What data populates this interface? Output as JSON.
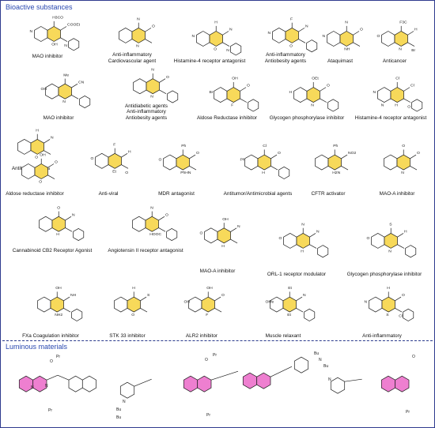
{
  "section_titles": {
    "bioactive": "Bioactive substances",
    "luminous": "Luminous materials"
  },
  "colors": {
    "frame": "#2f3b8f",
    "section_title": "#2a49b0",
    "quinoxalinone_fill": "#f7d95a",
    "luminous_fill": "#ee7fd0",
    "bond": "#1a1a1a"
  },
  "compounds": [
    {
      "caption": "MAO inhibitor",
      "labels": [
        "H3CO",
        "COOEt",
        "OH",
        "N",
        "N"
      ]
    },
    {
      "caption": "Anti-inflammatory\nCardiovascular agent",
      "labels": [
        "N",
        "O",
        "N"
      ]
    },
    {
      "caption": "Histamine-4 receptor antagonist",
      "labels": [
        "H",
        "N",
        "O",
        "N",
        "N"
      ]
    },
    {
      "caption": "Anti-inflammatory\nAntiobesity agents",
      "labels": [
        "F",
        "N",
        "O",
        "N"
      ]
    },
    {
      "caption": "Ataquimast",
      "labels": [
        "N",
        "O",
        "NH",
        "N"
      ]
    },
    {
      "caption": "Anticancer",
      "labels": [
        "F3C",
        "H",
        "N",
        "O",
        "Br"
      ]
    },
    {
      "caption": "MAO inhibitor",
      "labels": [
        "Me",
        "CN",
        "N",
        "OH"
      ]
    },
    {
      "caption": "Antidiabetic agents\nAnti-inflammatory\nAntiobesity agents",
      "labels": [
        "N",
        "O",
        "N"
      ]
    },
    {
      "caption": "Aldose Reductase inhibitor",
      "labels": [
        "OH",
        "O",
        "F",
        "Br"
      ]
    },
    {
      "caption": "Glycogen phosphorylase inhibitor",
      "labels": [
        "OEt",
        "O",
        "N",
        "H"
      ]
    },
    {
      "caption": "Histamine-4 receptor antagonist",
      "labels": [
        "Cl",
        "Cl",
        "H",
        "N",
        "O",
        "N"
      ]
    },
    {
      "caption": "Antitumor agents",
      "labels": [
        "H",
        "N",
        "O"
      ]
    },
    {
      "caption": "Aldose reductase inhibitor",
      "labels": [
        "OH",
        "O",
        "O"
      ]
    },
    {
      "caption": "Anti-viral",
      "labels": [
        "F",
        "H",
        "Et",
        "O",
        "O"
      ]
    },
    {
      "caption": "MDR antagonist",
      "labels": [
        "Ph",
        "O",
        "PhHN",
        "O"
      ]
    },
    {
      "caption": "Antitumor/Antimicrobial agents",
      "labels": [
        "Cl",
        "O",
        "H",
        "Ph"
      ]
    },
    {
      "caption": "CFTR activator",
      "labels": [
        "Ph",
        "NO2",
        "H2N"
      ]
    },
    {
      "caption": "MAO-A inhibitor",
      "labels": [
        "O",
        "O",
        "N"
      ]
    },
    {
      "caption": "Cannabinoid CB2 Receptor Agonist",
      "labels": [
        "O",
        "N",
        "H"
      ]
    },
    {
      "caption": "Angiotensin II receptor antagonist",
      "labels": [
        "N",
        "O",
        "HOOC"
      ]
    },
    {
      "caption": "MAO-A inhibitor",
      "labels": [
        "OH",
        "N",
        "H",
        "O"
      ]
    },
    {
      "caption": "ORL-1 receptor modulator",
      "labels": [
        "N",
        "N",
        "H",
        "O"
      ]
    },
    {
      "caption": "Glycogen phosphorylase inhibitor",
      "labels": [
        "S",
        "H",
        "N",
        "O"
      ]
    },
    {
      "caption": "FXa Coagulation inhibitor",
      "labels": [
        "OH",
        "NH",
        "NH2"
      ]
    },
    {
      "caption": "STK 33 inhibitor",
      "labels": [
        "H",
        "S",
        "O"
      ]
    },
    {
      "caption": "ALR2 inhibitor",
      "labels": [
        "OH",
        "O",
        "F",
        "OH"
      ]
    },
    {
      "caption": "Muscle relaxant",
      "labels": [
        "Et",
        "N",
        "Et",
        "OMe"
      ]
    },
    {
      "caption": "Anti-inflammatory",
      "labels": [
        "H",
        "O",
        "S",
        "N",
        "Cl"
      ]
    }
  ],
  "luminous": [
    {
      "labels": [
        "O",
        "Pr",
        "N",
        "N",
        "Pr"
      ]
    },
    {
      "labels": [
        "Bu",
        "N",
        "Bu",
        "O",
        "Pr",
        "Pr",
        "Bu",
        "N",
        "Bu"
      ]
    },
    {
      "labels": [
        "N",
        "O",
        "Pr"
      ]
    }
  ]
}
